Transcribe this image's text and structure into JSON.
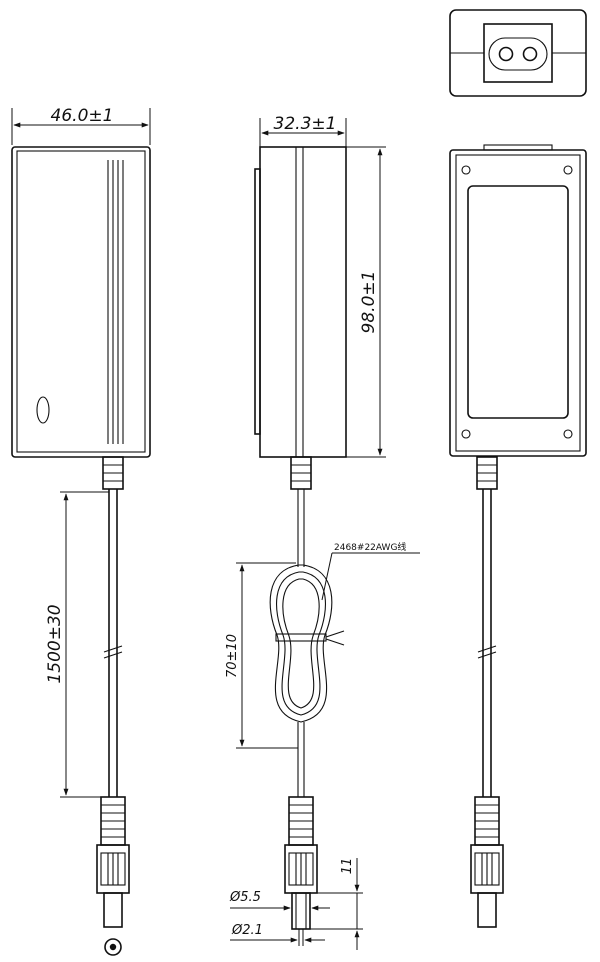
{
  "dimensions": {
    "width": "46.0±1",
    "depth": "32.3±1",
    "height": "98.0±1",
    "cable_length": "1500±30",
    "coil_length": "70±10",
    "plug_length": "11",
    "plug_outer_diameter": "Ø5.5",
    "plug_inner_diameter": "Ø2.1"
  },
  "notes": {
    "cable_spec": "2468#22AWG线"
  },
  "colors": {
    "line": "#111111",
    "background": "#ffffff"
  }
}
